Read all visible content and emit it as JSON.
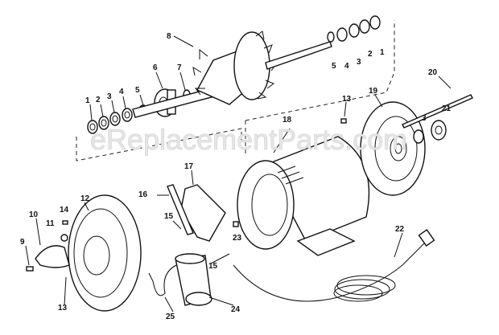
{
  "title": "Motor exploded parts diagram",
  "watermark": "eReplacementParts.com",
  "callouts": {
    "armature": "8",
    "right_washers": [
      "5",
      "4",
      "3",
      "2",
      "1"
    ],
    "left_washers": [
      "1",
      "2",
      "3",
      "4",
      "5"
    ],
    "fan_hub": "6",
    "retaining_ring": "7",
    "screw_top": "13",
    "end_bell_right": "19",
    "through_bolt": "20",
    "washer_right": "3",
    "bearing_right": "21",
    "stator_housing": "18",
    "switch_bracket": "17",
    "terminal": "16",
    "connector_upper": "15",
    "screw_23": "23",
    "connector_lower": "15",
    "cover_plate": "10",
    "screw_11": "11",
    "screw_14": "14",
    "end_bell_left": "12",
    "screw_9": "9",
    "screw_bottom": "13",
    "power_cord": "22",
    "capacitor_lead": "25",
    "capacitor": "24"
  }
}
